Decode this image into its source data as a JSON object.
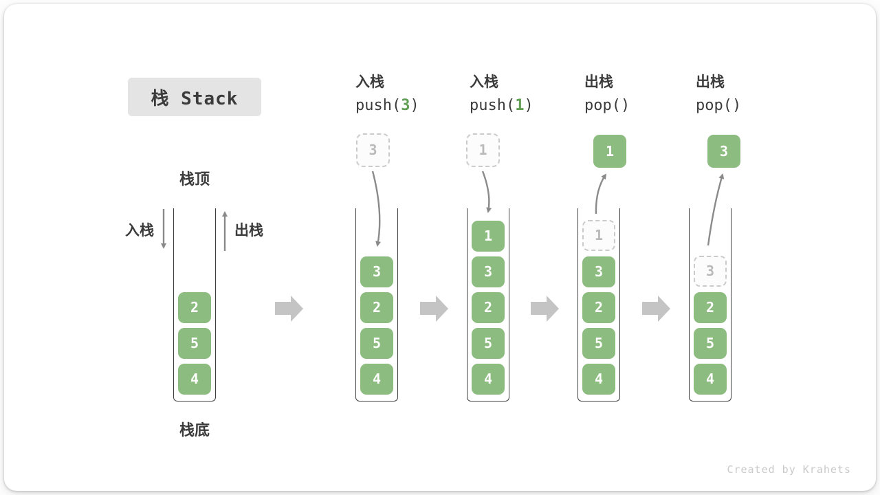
{
  "title": "栈 Stack",
  "footer": "Created by Krahets",
  "labels": {
    "stack_top": "栈顶",
    "stack_bottom": "栈底",
    "push_side": "入栈",
    "pop_side": "出栈"
  },
  "steps": [
    {
      "name": "initial-stack",
      "items": [
        "2",
        "5",
        "4"
      ]
    },
    {
      "name": "push-3",
      "op": "入栈",
      "code_pre": "push(",
      "code_arg": "3",
      "code_post": ")",
      "float_val": "3",
      "items": [
        "3",
        "2",
        "5",
        "4"
      ]
    },
    {
      "name": "push-1",
      "op": "入栈",
      "code_pre": "push(",
      "code_arg": "1",
      "code_post": ")",
      "float_val": "1",
      "items": [
        "1",
        "3",
        "2",
        "5",
        "4"
      ]
    },
    {
      "name": "pop-1",
      "op": "出栈",
      "code_pre": "pop(",
      "code_arg": "",
      "code_post": ")",
      "float_val": "1",
      "ghost_val": "1",
      "items": [
        "3",
        "2",
        "5",
        "4"
      ]
    },
    {
      "name": "pop-3",
      "op": "出栈",
      "code_pre": "pop(",
      "code_arg": "",
      "code_post": ")",
      "float_val": "3",
      "ghost_val": "3",
      "items": [
        "2",
        "5",
        "4"
      ]
    }
  ],
  "colors": {
    "item_green": "#8cbc7f",
    "arg_green": "#61a054",
    "text_dark": "#3b3b3b",
    "arrow_gray": "#8a8a8a",
    "block_arrow_gray": "#c4c4c4",
    "ghost_border": "#cbcbcb",
    "ghost_text": "#b9b9b9",
    "title_bg": "#e4e4e4",
    "footer_gray": "#c9c9c9"
  }
}
